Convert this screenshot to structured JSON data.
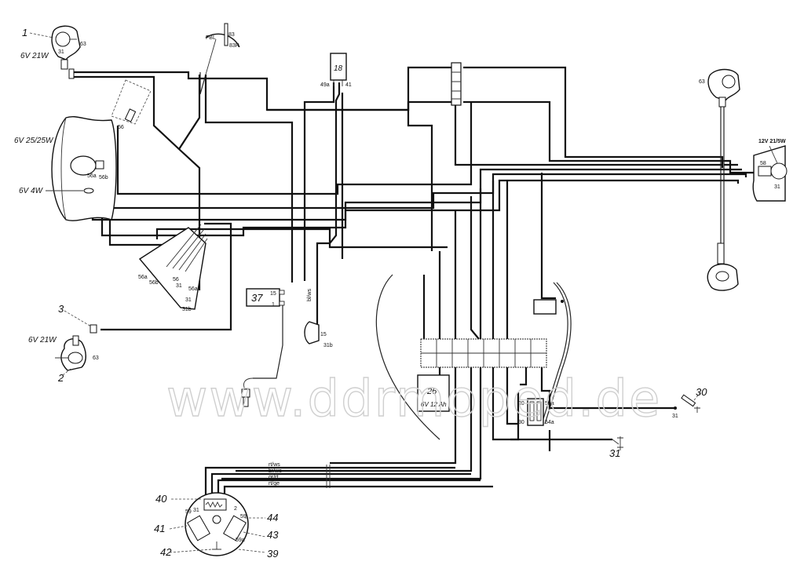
{
  "watermark": "www.ddrmoped.de",
  "components": {
    "turn_signal_front_left": {
      "number": "1",
      "rating": "6V 21W",
      "terminal_a": "31",
      "terminal_b": "63"
    },
    "turn_signal_rear_left": {
      "number": "2",
      "rating": "6V 21W",
      "terminal": "63"
    },
    "connector_3": {
      "number": "3"
    },
    "headlight": {
      "rating": "6V 25/25W",
      "terminal_a": "56a",
      "terminal_b": "56b"
    },
    "parking_light": {
      "rating": "6V 4W"
    },
    "ignition_switch": {
      "terminals": [
        "FBL",
        "83",
        "83R"
      ]
    },
    "brake_switch": {
      "terminal": "56"
    },
    "indicator_relay": {
      "number": "18",
      "terminal_a": "49a",
      "terminal_b": "41"
    },
    "handlebar_switch": {
      "terminals": [
        "56a",
        "56b",
        "56",
        "31",
        "56a",
        "31",
        "31b"
      ]
    },
    "ignition_coil": {
      "number": "37",
      "terminal_a": "15",
      "terminal_b": "1"
    },
    "wire_label_coil": "bl/ws",
    "horn": {
      "terminal_a": "15",
      "terminal_b": "31b"
    },
    "battery": {
      "number": "26",
      "rating": "6V 12 Ah"
    },
    "fuse_holder": {
      "terminals": [
        "30",
        "59a",
        "30",
        "54a"
      ]
    },
    "rear_light": {
      "rating": "12V 21/5W",
      "terminal_a": "58",
      "terminal_b": "31"
    },
    "turn_signal_right_front": {
      "terminal": "63"
    },
    "ground_30": {
      "number": "30",
      "terminal": "31"
    },
    "ground_31": {
      "number": "31"
    },
    "magneto": {
      "parts": [
        "40",
        "41",
        "42",
        "43",
        "44",
        "39"
      ],
      "terminals": [
        "59",
        "31",
        "2",
        "59",
        "59a"
      ],
      "wires": [
        "rt/ws",
        "br/ws",
        "gr/rt",
        "rt/ge"
      ]
    }
  }
}
